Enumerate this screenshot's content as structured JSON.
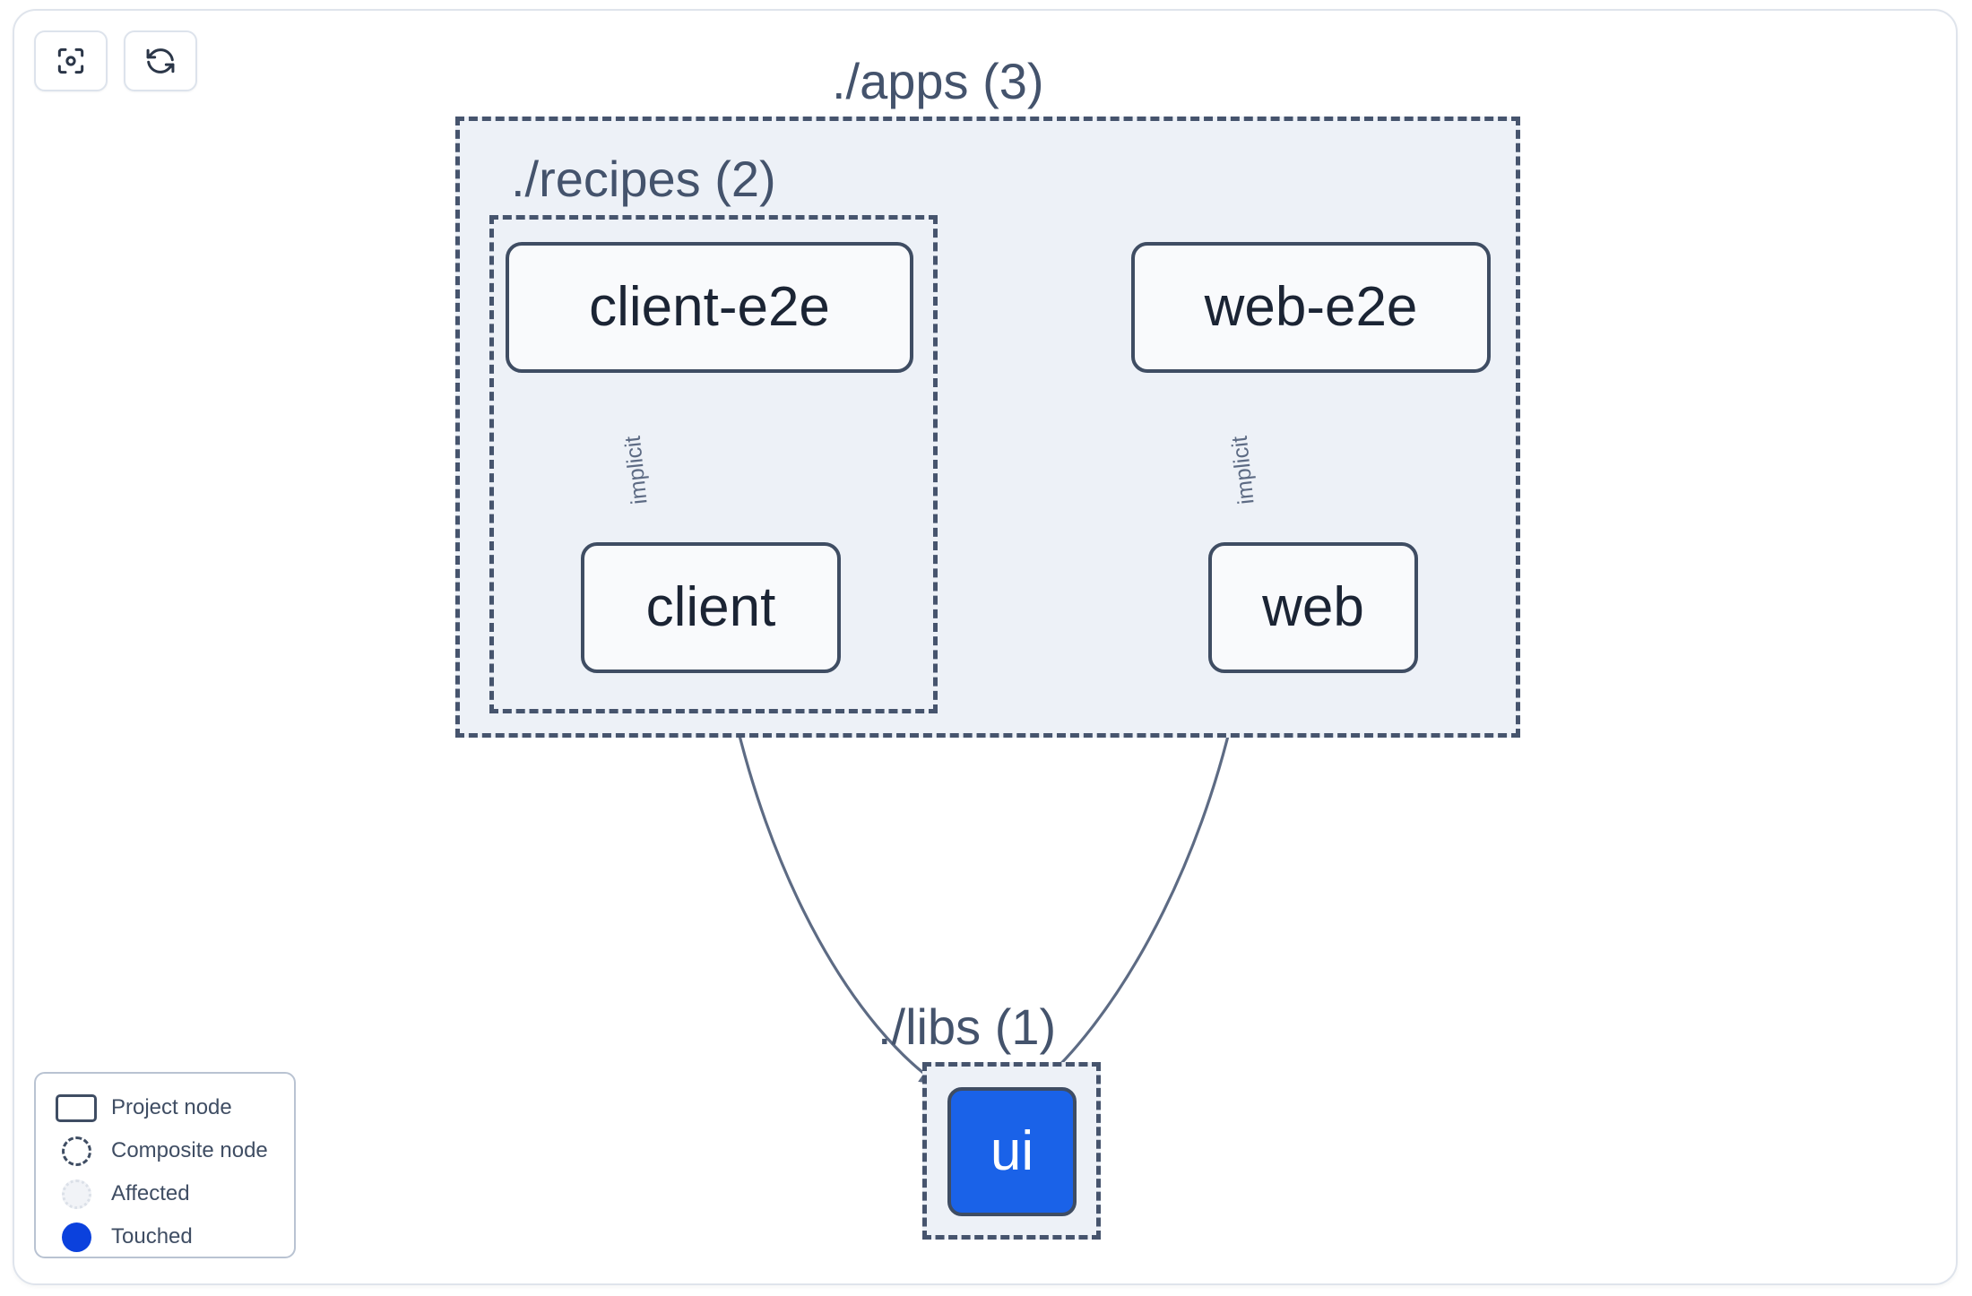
{
  "toolbar": {
    "buttons": [
      {
        "name": "focus-graph",
        "icon": "focus-target-icon",
        "label": "Focus graph"
      },
      {
        "name": "refresh-graph",
        "icon": "refresh-sync-icon",
        "label": "Refresh graph"
      }
    ]
  },
  "graph": {
    "groups": [
      {
        "id": "apps",
        "label": "./apps (3)",
        "count": 3
      },
      {
        "id": "recipes",
        "label": "./recipes (2)",
        "count": 2
      },
      {
        "id": "libs",
        "label": "./libs (1)",
        "count": 1
      }
    ],
    "nodes": [
      {
        "id": "client-e2e",
        "label": "client-e2e",
        "state": "normal",
        "group": "recipes"
      },
      {
        "id": "web-e2e",
        "label": "web-e2e",
        "state": "normal",
        "group": "apps"
      },
      {
        "id": "client",
        "label": "client",
        "state": "normal",
        "group": "recipes"
      },
      {
        "id": "web",
        "label": "web",
        "state": "normal",
        "group": "apps"
      },
      {
        "id": "ui",
        "label": "ui",
        "state": "touched",
        "group": "libs"
      }
    ],
    "edges": [
      {
        "from": "client-e2e",
        "to": "client",
        "label": "implicit"
      },
      {
        "from": "web-e2e",
        "to": "web",
        "label": "implicit"
      },
      {
        "from": "client",
        "to": "ui",
        "label": ""
      },
      {
        "from": "web",
        "to": "ui",
        "label": ""
      }
    ]
  },
  "legend": {
    "items": [
      {
        "marker": "project-node-marker",
        "label": "Project node"
      },
      {
        "marker": "composite-node-marker",
        "label": "Composite node"
      },
      {
        "marker": "affected-marker",
        "label": "Affected"
      },
      {
        "marker": "touched-marker",
        "label": "Touched"
      }
    ]
  },
  "colors": {
    "node_border": "#3f4d63",
    "node_fill": "#f9fafc",
    "group_fill": "#edf1f7",
    "group_border": "#46546d",
    "touched_blue": "#1a62e8",
    "legend_blue": "#0b41dd",
    "edge_stroke": "#5d6b84",
    "text_dark": "#1b2434",
    "text_slate": "#44536c"
  }
}
